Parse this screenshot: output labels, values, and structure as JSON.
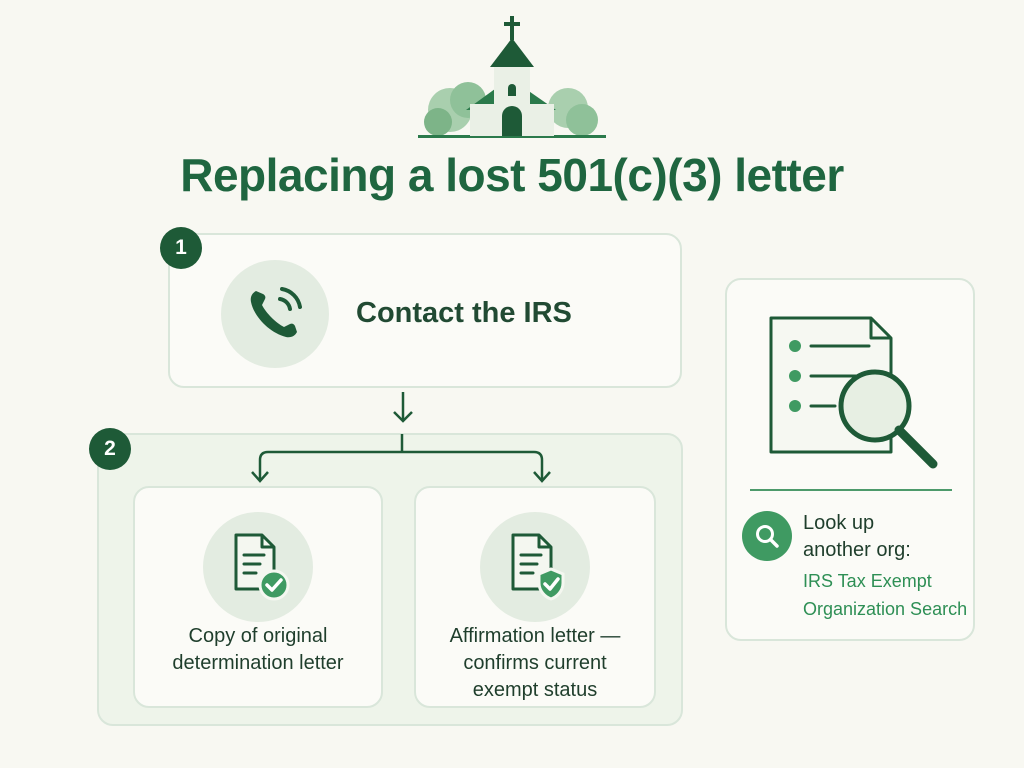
{
  "title": "Replacing a lost 501(c)(3) letter",
  "steps": [
    {
      "number": "1",
      "label": "Contact the IRS",
      "icon": "phone-icon"
    },
    {
      "number": "2",
      "options": [
        {
          "icon": "document-check-icon",
          "lines": [
            "Copy of original",
            "determination letter"
          ]
        },
        {
          "icon": "document-shield-icon",
          "lines": [
            "Affirmation letter —",
            "confirms current",
            "exempt status"
          ]
        }
      ]
    }
  ],
  "lookup": {
    "icon": "document-magnifier-icon",
    "lines": [
      "Look up",
      "another org:"
    ],
    "link_lines": [
      "IRS Tax Exempt",
      "Organization Search"
    ]
  },
  "colors": {
    "primary": "#1e5a37",
    "accent": "#3f9a62",
    "title": "#1f6640",
    "background": "#f8f8f2",
    "soft_green": "#e3ece1"
  }
}
